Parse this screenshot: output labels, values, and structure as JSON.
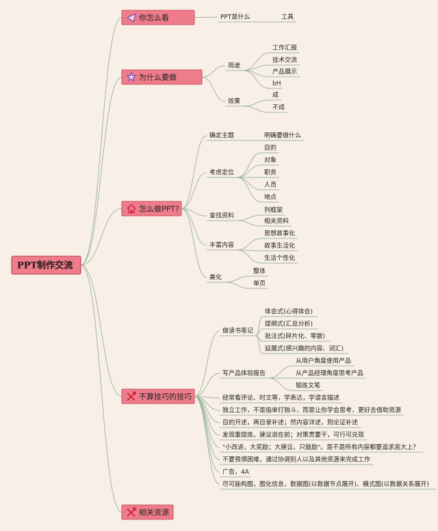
{
  "root": "PPT制作交流",
  "branches": [
    {
      "label": "你怎么看",
      "icon": "paper-plane-icon",
      "children": [
        {
          "label": "PPT是什么",
          "children": [
            {
              "label": "工具"
            }
          ]
        }
      ]
    },
    {
      "label": "为什么要做",
      "icon": "star-icon",
      "children": [
        {
          "label": "用途",
          "children": [
            {
              "label": "工作汇报"
            },
            {
              "label": "技术交流"
            },
            {
              "label": "产品展示"
            },
            {
              "label": "bH"
            }
          ]
        },
        {
          "label": "效果",
          "children": [
            {
              "label": "成"
            },
            {
              "label": "不成"
            }
          ]
        }
      ]
    },
    {
      "label": "怎么做PPT?",
      "icon": "home-icon",
      "children": [
        {
          "label": "确定主题",
          "children": [
            {
              "label": "明确要做什么"
            }
          ]
        },
        {
          "label": "考虑定位",
          "children": [
            {
              "label": "目的"
            },
            {
              "label": "对象"
            },
            {
              "label": "职务"
            },
            {
              "label": "人员"
            },
            {
              "label": "地点"
            }
          ]
        },
        {
          "label": "查找资料",
          "children": [
            {
              "label": "列框架"
            },
            {
              "label": "相关资料"
            }
          ]
        },
        {
          "label": "丰富内容",
          "children": [
            {
              "label": "思想故事化"
            },
            {
              "label": "故事生活化"
            },
            {
              "label": "生活个性化"
            }
          ]
        },
        {
          "label": "美化",
          "children": [
            {
              "label": "整体"
            },
            {
              "label": "单页"
            }
          ]
        }
      ]
    },
    {
      "label": "不算技巧的技巧",
      "icon": "tools-icon",
      "children": [
        {
          "label": "做读书笔记",
          "children": [
            {
              "label": "体会式(心得体会)"
            },
            {
              "label": "提纲式(汇总分析)"
            },
            {
              "label": "批注式(碎片化、零散)"
            },
            {
              "label": "延展式(感兴趣的内容、词汇)"
            }
          ]
        },
        {
          "label": "写产品体验报告",
          "children": [
            {
              "label": "从用户角度使用产品"
            },
            {
              "label": "从产品经理角度思考产品"
            },
            {
              "label": "锻炼文笔"
            }
          ]
        },
        {
          "label": "经常看评论、时文等，学表达，学语言描述"
        },
        {
          "label": "独立工作，不是指单打独斗，而是让你学会思考，更好去借助资源"
        },
        {
          "label": "目的开述，再目录补述；然内容详述，则论证补述"
        },
        {
          "label": "发现重提炼，建议说在前；对策贯要干，可行可兑现"
        },
        {
          "label": "\"小改进，大奖励；大建议，只鼓励\"。是不是所有内容都要追求高大上？"
        },
        {
          "label": "不要畏惧困难，通过协调别人以及其他资源来完成工作"
        },
        {
          "label": "广告，4A"
        },
        {
          "label": "尽可能构图，图化信息，数据图(以数据节点展开)、模式图(以数据关系展开)"
        }
      ]
    },
    {
      "label": "相关资源",
      "icon": "tools-icon",
      "children": []
    }
  ]
}
